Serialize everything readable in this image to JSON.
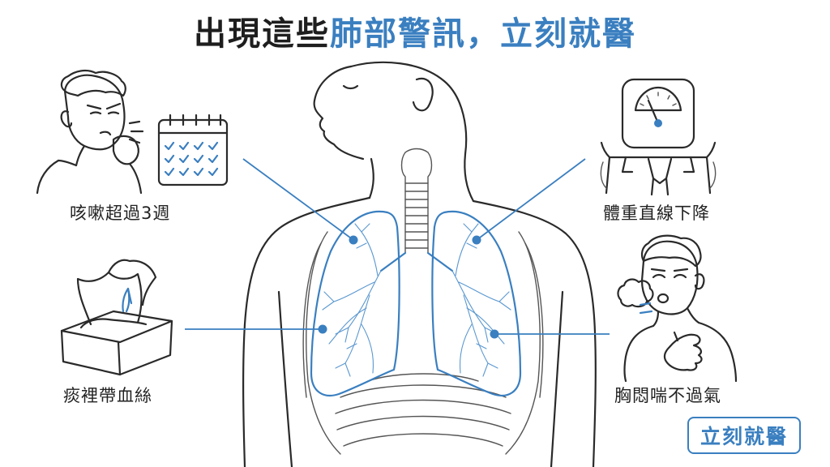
{
  "title": {
    "part1": "出現這些",
    "part2": "肺部警訊，立刻就醫"
  },
  "symptoms": [
    {
      "label": "咳嗽超過3週",
      "icon": "coughing-person-calendar-icon"
    },
    {
      "label": "痰裡帶血絲",
      "icon": "tissue-box-icon"
    },
    {
      "label": "體重直線下降",
      "icon": "weight-scale-icon"
    },
    {
      "label": "胸悶喘不過氣",
      "icon": "breathless-person-icon"
    }
  ],
  "badge": "立刻就醫",
  "colors": {
    "accent": "#3a7fc0",
    "ink": "#1e1e1e",
    "background": "#ffffff"
  }
}
